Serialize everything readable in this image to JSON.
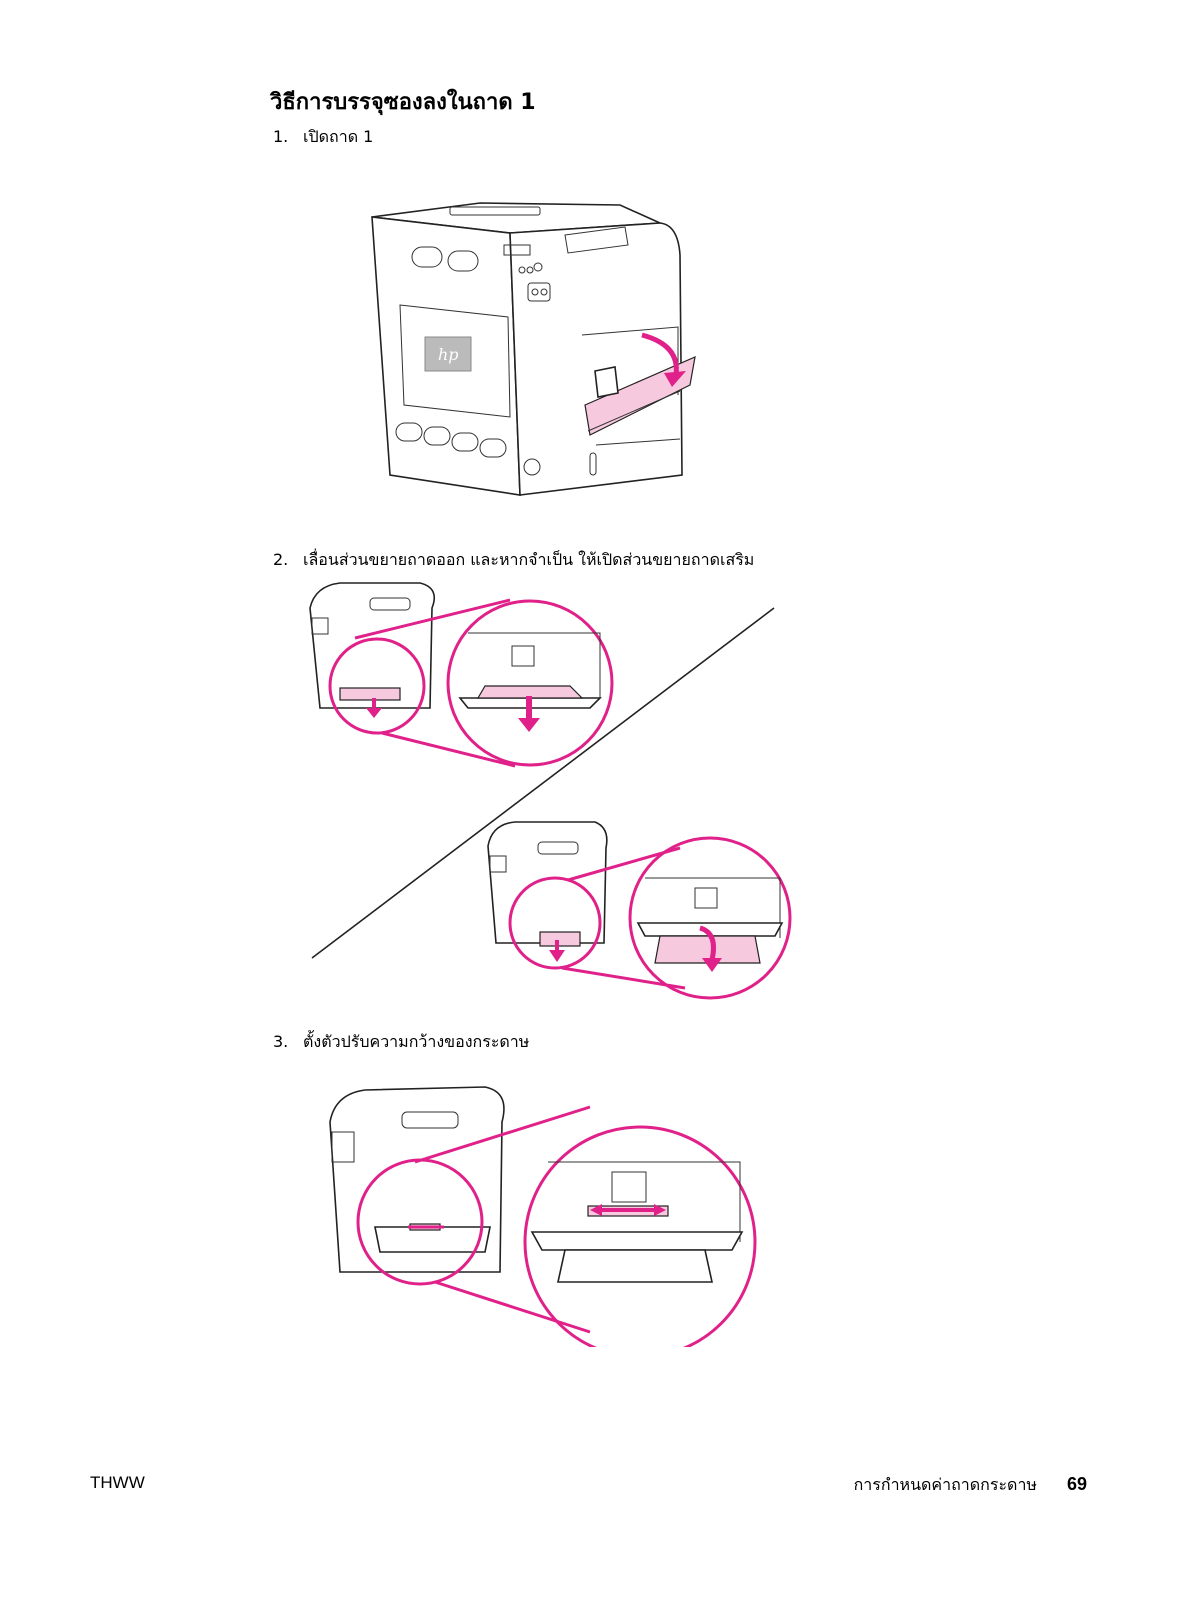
{
  "heading": "วิธีการบรรจุซองลงในถาด 1",
  "steps": [
    {
      "number": "1.",
      "text": "เปิดถาด 1"
    },
    {
      "number": "2.",
      "text": "เลื่อนส่วนขยายถาดออก และหากจำเป็น ให้เปิดส่วนขยายถาดเสริม"
    },
    {
      "number": "3.",
      "text": "ตั้งตัวปรับความกว้างของกระดาษ"
    }
  ],
  "logo_text": "hp",
  "footer": {
    "left": "THWW",
    "section": "การกำหนดค่าถาดกระดาษ",
    "page": "69"
  },
  "colors": {
    "accent": "#e0218a",
    "paper": "#f7c9df"
  }
}
